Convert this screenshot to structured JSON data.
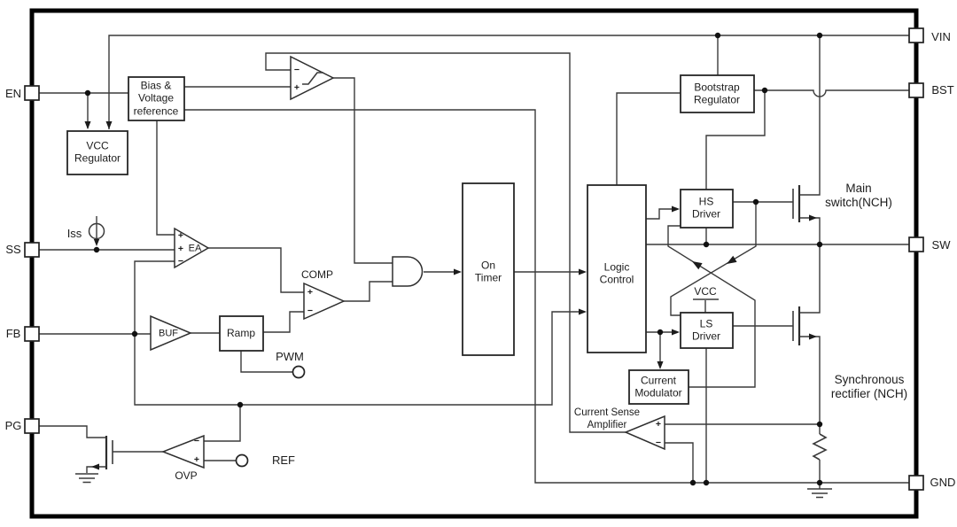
{
  "diagram_type": "ic-functional-block-diagram",
  "colors": {
    "background": "#ffffff",
    "line": "#3a3a3a",
    "border": "#000000",
    "text": "#1c1c1c"
  },
  "pins": {
    "left": [
      {
        "id": "en",
        "label": "EN"
      },
      {
        "id": "ss",
        "label": "SS"
      },
      {
        "id": "fb",
        "label": "FB"
      },
      {
        "id": "pg",
        "label": "PG"
      }
    ],
    "right": [
      {
        "id": "vin",
        "label": "VIN"
      },
      {
        "id": "bst",
        "label": "BST"
      },
      {
        "id": "sw",
        "label": "SW"
      },
      {
        "id": "gnd",
        "label": "GND"
      }
    ]
  },
  "blocks": [
    {
      "id": "bias",
      "label": "Bias &\nVoltage\nreference"
    },
    {
      "id": "vcc-regulator",
      "label": "VCC\nRegulator"
    },
    {
      "id": "bootstrap-regulator",
      "label": "Bootstrap\nRegulator"
    },
    {
      "id": "on-timer",
      "label": "On\nTimer"
    },
    {
      "id": "logic-control",
      "label": "Logic\nControl"
    },
    {
      "id": "hs-driver",
      "label": "HS\nDriver"
    },
    {
      "id": "ls-driver",
      "label": "LS\nDriver"
    },
    {
      "id": "current-modulator",
      "label": "Current\nModulator"
    },
    {
      "id": "ramp",
      "label": "Ramp"
    }
  ],
  "amplifiers": [
    {
      "id": "ea",
      "label": "EA"
    },
    {
      "id": "comp",
      "label": "COMP"
    },
    {
      "id": "buf",
      "label": "BUF"
    },
    {
      "id": "ovp",
      "label": "OVP"
    },
    {
      "id": "current-sense-amplifier",
      "label": "Current Sense\nAmplifier"
    }
  ],
  "annotations": [
    {
      "id": "iss",
      "label": "Iss"
    },
    {
      "id": "pwm",
      "label": "PWM"
    },
    {
      "id": "ref",
      "label": "REF"
    },
    {
      "id": "vcc",
      "label": "VCC"
    },
    {
      "id": "main-switch",
      "label": "Main\nswitch(NCH)"
    },
    {
      "id": "sync-rectifier",
      "label": "Synchronous\nrectifier (NCH)"
    }
  ],
  "signs": [
    {
      "id": "schmitt-minus",
      "ch": "−"
    },
    {
      "id": "schmitt-plus",
      "ch": "+"
    },
    {
      "id": "ea-plus-top",
      "ch": "+"
    },
    {
      "id": "ea-plus-mid",
      "ch": "+"
    },
    {
      "id": "ea-minus",
      "ch": "−"
    },
    {
      "id": "comp-plus",
      "ch": "+"
    },
    {
      "id": "comp-minus",
      "ch": "−"
    },
    {
      "id": "ovp-minus",
      "ch": "−"
    },
    {
      "id": "ovp-plus",
      "ch": "+"
    },
    {
      "id": "csa-plus",
      "ch": "+"
    },
    {
      "id": "csa-minus",
      "ch": "−"
    }
  ]
}
